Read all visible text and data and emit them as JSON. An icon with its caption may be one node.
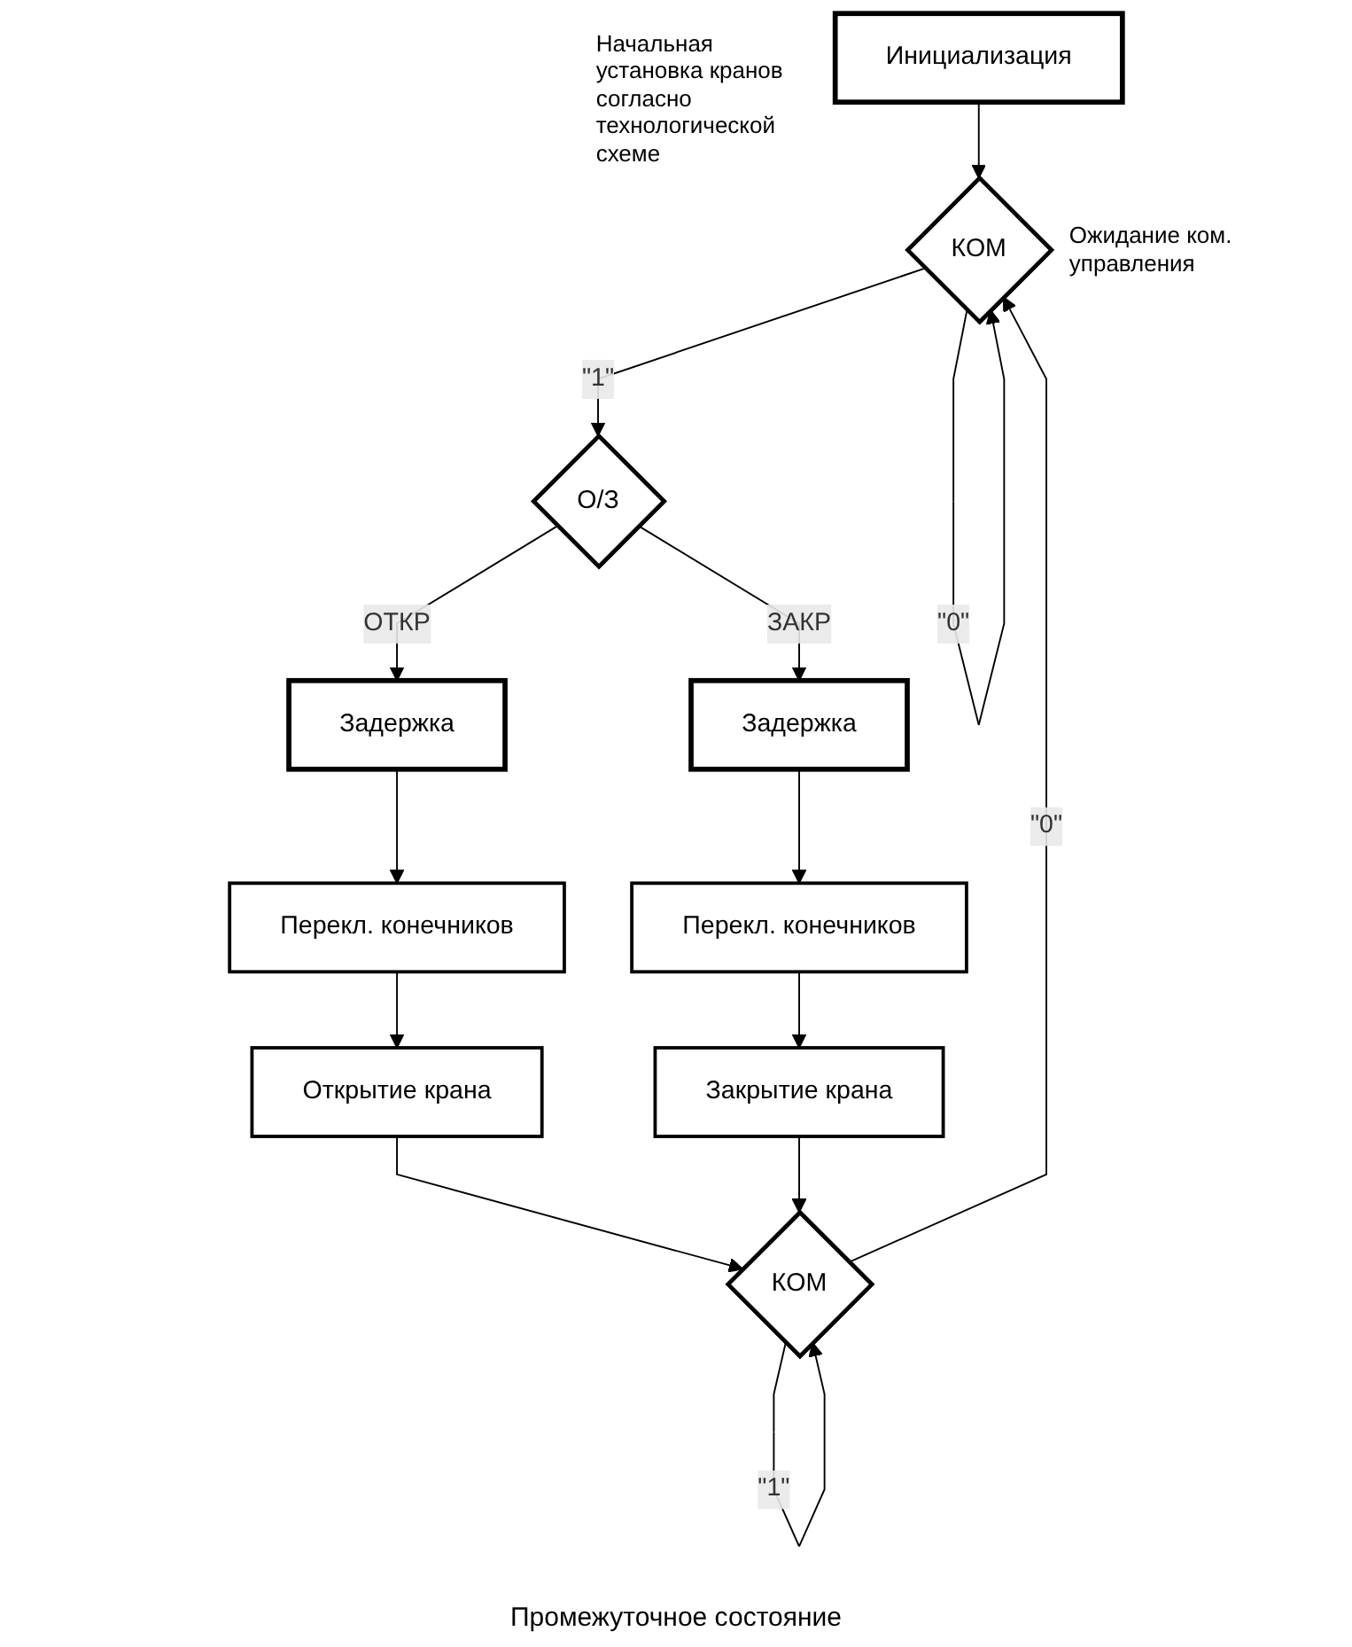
{
  "diagram": {
    "nodes": [
      {
        "text": [
          "Инициализация"
        ],
        "beside": [
          "Начальная установка кранов согласно технологической схеме"
        ]
      },
      {
        "text": [
          "КОМ"
        ],
        "beside": [
          "Ожидание ком. управления"
        ]
      },
      {
        "text": [
          "О/З"
        ]
      },
      {
        "text": [
          "Задержка"
        ]
      },
      {
        "text": [
          "Перекл. конечников"
        ]
      },
      {
        "text": [
          "Открытие крана"
        ]
      },
      {
        "text": [
          "Задержка"
        ]
      },
      {
        "text": [
          "Перекл. конечников"
        ]
      },
      {
        "text": [
          "Закрытие крана"
        ]
      },
      {
        "text": [
          "КОМ"
        ]
      }
    ],
    "edges": [
      {
        "from": 0,
        "to": 1,
        "arrow": "to"
      },
      {
        "from": 1,
        "to": 1,
        "label": "\"0\"",
        "arrow": "to"
      },
      {
        "from": 1,
        "to": 2,
        "label": "\"1\"",
        "arrow": "to"
      },
      {
        "from": 2,
        "to": 3,
        "label": "ОТКР",
        "arrow": "to"
      },
      {
        "from": 3,
        "to": 4,
        "arrow": "to"
      },
      {
        "from": 4,
        "to": 5,
        "arrow": "to"
      },
      {
        "from": 2,
        "to": 6,
        "label": "ЗАКР",
        "arrow": "to"
      },
      {
        "from": 6,
        "to": 7,
        "arrow": "to"
      },
      {
        "from": 7,
        "to": 8,
        "arrow": "to"
      },
      {
        "from": 5,
        "to": 9,
        "arrow": "to"
      },
      {
        "from": 8,
        "to": 9,
        "arrow": "to"
      },
      {
        "from": 9,
        "to": 9,
        "label": "\"1\"",
        "arrow": "to"
      },
      {
        "from": 9,
        "to": 1,
        "label": "\"0\"",
        "arrow": "to"
      }
    ],
    "labels": [
      "Промежуточное состояние"
    ]
  }
}
